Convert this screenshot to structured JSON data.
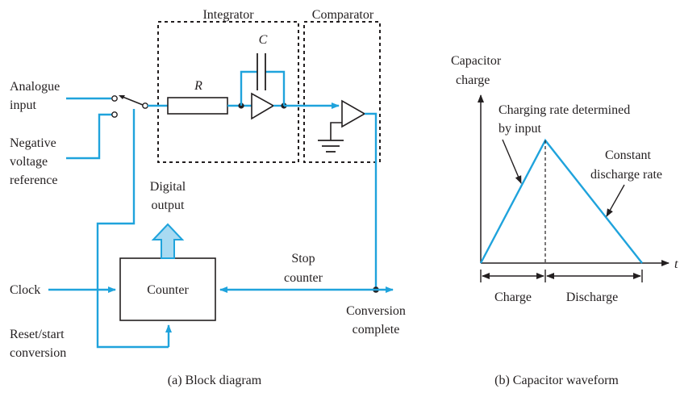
{
  "labels": {
    "integrator": "Integrator",
    "comparator": "Comparator",
    "capacitor_symbol": "C",
    "resistor_symbol": "R",
    "analogue_input_l1": "Analogue",
    "analogue_input_l2": "input",
    "neg_ref_l1": "Negative",
    "neg_ref_l2": "voltage",
    "neg_ref_l3": "reference",
    "digital_output_l1": "Digital",
    "digital_output_l2": "output",
    "clock": "Clock",
    "counter": "Counter",
    "reset_l1": "Reset/start",
    "reset_l2": "conversion",
    "stop_counter_l1": "Stop",
    "stop_counter_l2": "counter",
    "conversion_l1": "Conversion",
    "conversion_l2": "complete",
    "caption_a": "(a) Block diagram"
  },
  "waveform": {
    "ylabel_l1": "Capacitor",
    "ylabel_l2": "charge",
    "xlabel": "t",
    "charging_l1": "Charging rate determined",
    "charging_l2": "by input",
    "constant_l1": "Constant",
    "constant_l2": "discharge rate",
    "charge": "Charge",
    "discharge": "Discharge",
    "caption_b": "(b) Capacitor waveform"
  },
  "colors": {
    "wire": "#1fa3dc",
    "ink": "#231f20",
    "arrow_fill": "#a8daf2"
  }
}
